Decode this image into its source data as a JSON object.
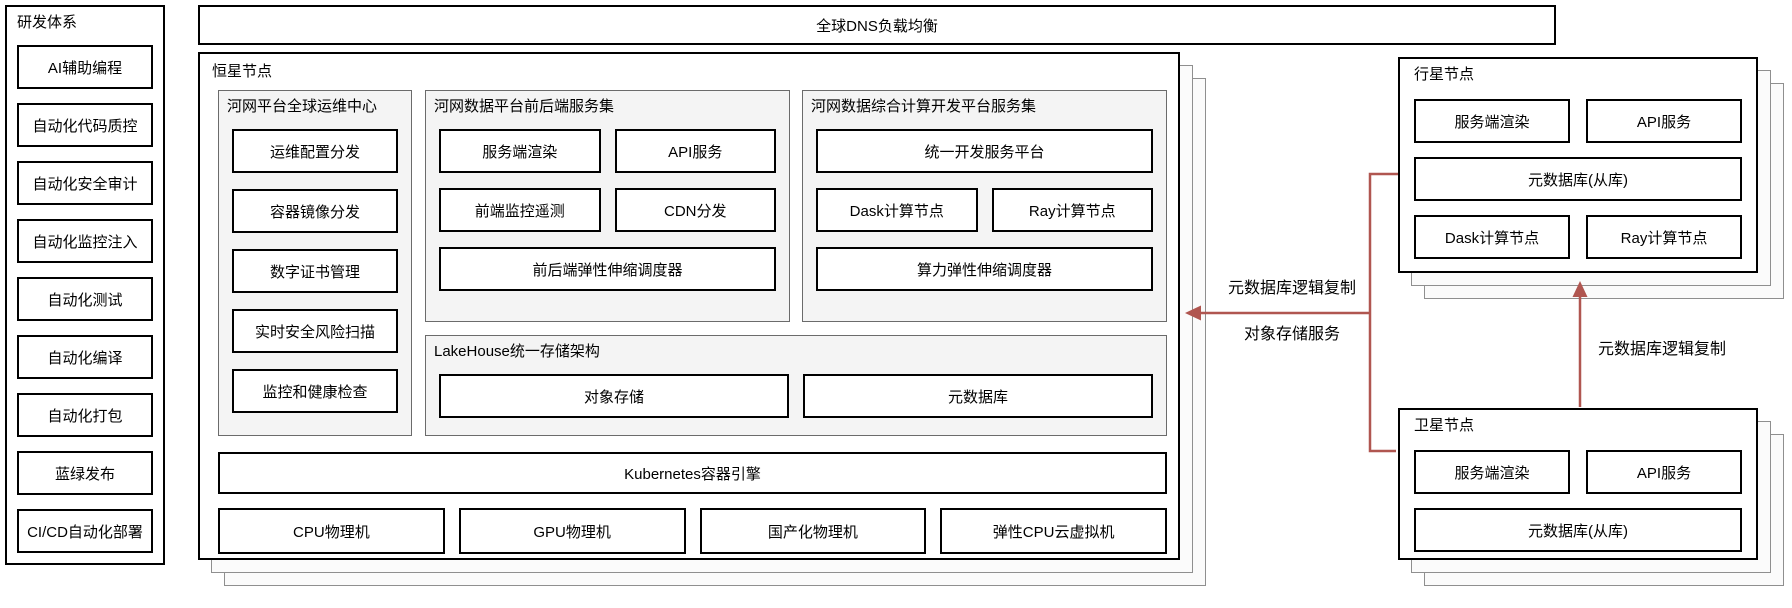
{
  "colors": {
    "box_border": "#000000",
    "group_fill": "#f4f4f4",
    "group_border": "#6b6b6b",
    "shadow_fill": "#fbfbfb",
    "shadow_border": "#8f8f8f",
    "connector_red": "#b05650"
  },
  "top_bar": {
    "label": "全球DNS负载均衡"
  },
  "dev_system": {
    "title": "研发体系",
    "items": [
      "AI辅助编程",
      "自动化代码质控",
      "自动化安全审计",
      "自动化监控注入",
      "自动化测试",
      "自动化编译",
      "自动化打包",
      "蓝绿发布",
      "CI/CD自动化部署"
    ]
  },
  "star_node": {
    "title": "恒星节点",
    "ops_center": {
      "title": "河网平台全球运维中心",
      "items": [
        "运维配置分发",
        "容器镜像分发",
        "数字证书管理",
        "实时安全风险扫描",
        "监控和健康检查"
      ]
    },
    "web_services": {
      "title": "河网数据平台前后端服务集",
      "row1": [
        "服务端渲染",
        "API服务"
      ],
      "row2": [
        "前端监控遥测",
        "CDN分发"
      ],
      "row3": "前后端弹性伸缩调度器"
    },
    "compute_platform": {
      "title": "河网数据综合计算开发平台服务集",
      "row1": "统一开发服务平台",
      "row2": [
        "Dask计算节点",
        "Ray计算节点"
      ],
      "row3": "算力弹性伸缩调度器"
    },
    "lakehouse": {
      "title": "LakeHouse统一存储架构",
      "items": [
        "对象存储",
        "元数据库"
      ]
    },
    "container_engine": "Kubernetes容器引擎",
    "machines": [
      "CPU物理机",
      "GPU物理机",
      "国产化物理机",
      "弹性CPU云虚拟机"
    ]
  },
  "planet_node": {
    "title": "行星节点",
    "row1": [
      "服务端渲染",
      "API服务"
    ],
    "row2": "元数据库(从库)",
    "row3": [
      "Dask计算节点",
      "Ray计算节点"
    ]
  },
  "satellite_node": {
    "title": "卫星节点",
    "row1": [
      "服务端渲染",
      "API服务"
    ],
    "row2": "元数据库(从库)"
  },
  "connectors": {
    "star_planet_label_top": "元数据库逻辑复制",
    "star_planet_label_bottom": "对象存储服务",
    "satellite_planet_label": "元数据库逻辑复制"
  }
}
